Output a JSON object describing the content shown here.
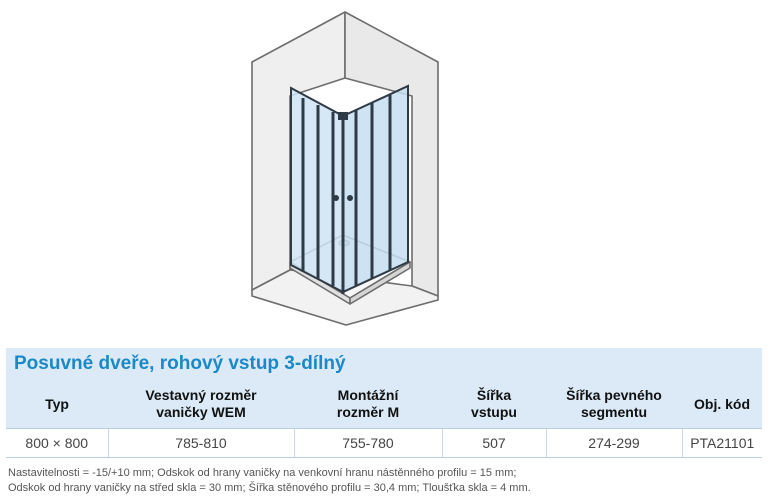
{
  "title": "Posuvné dveře, rohový vstup 3-dílný",
  "table": {
    "headers": [
      [
        "Typ"
      ],
      [
        "Vestavný rozměr",
        "vaničky WEM"
      ],
      [
        "Montážní",
        "rozměr M"
      ],
      [
        "Šířka",
        "vstupu"
      ],
      [
        "Šířka pevného",
        "segmentu"
      ],
      [
        "Obj. kód"
      ]
    ],
    "rows": [
      [
        "800 × 800",
        "785-810",
        "755-780",
        "507",
        "274-299",
        "PTA21101"
      ]
    ]
  },
  "notes": [
    "Nastavitelnosti = -15/+10 mm; Odskok od hrany vaničky na venkovní hranu nástěnného profilu = 15 mm;",
    "Odskok od hrany vaničky na střed skla = 30 mm; Šířka stěnového profilu = 30,4 mm; Tloušťka skla = 4 mm."
  ],
  "colors": {
    "accent": "#1b88c7",
    "header_bg": "#dbeaf6",
    "glass": "#cfe4f4"
  }
}
